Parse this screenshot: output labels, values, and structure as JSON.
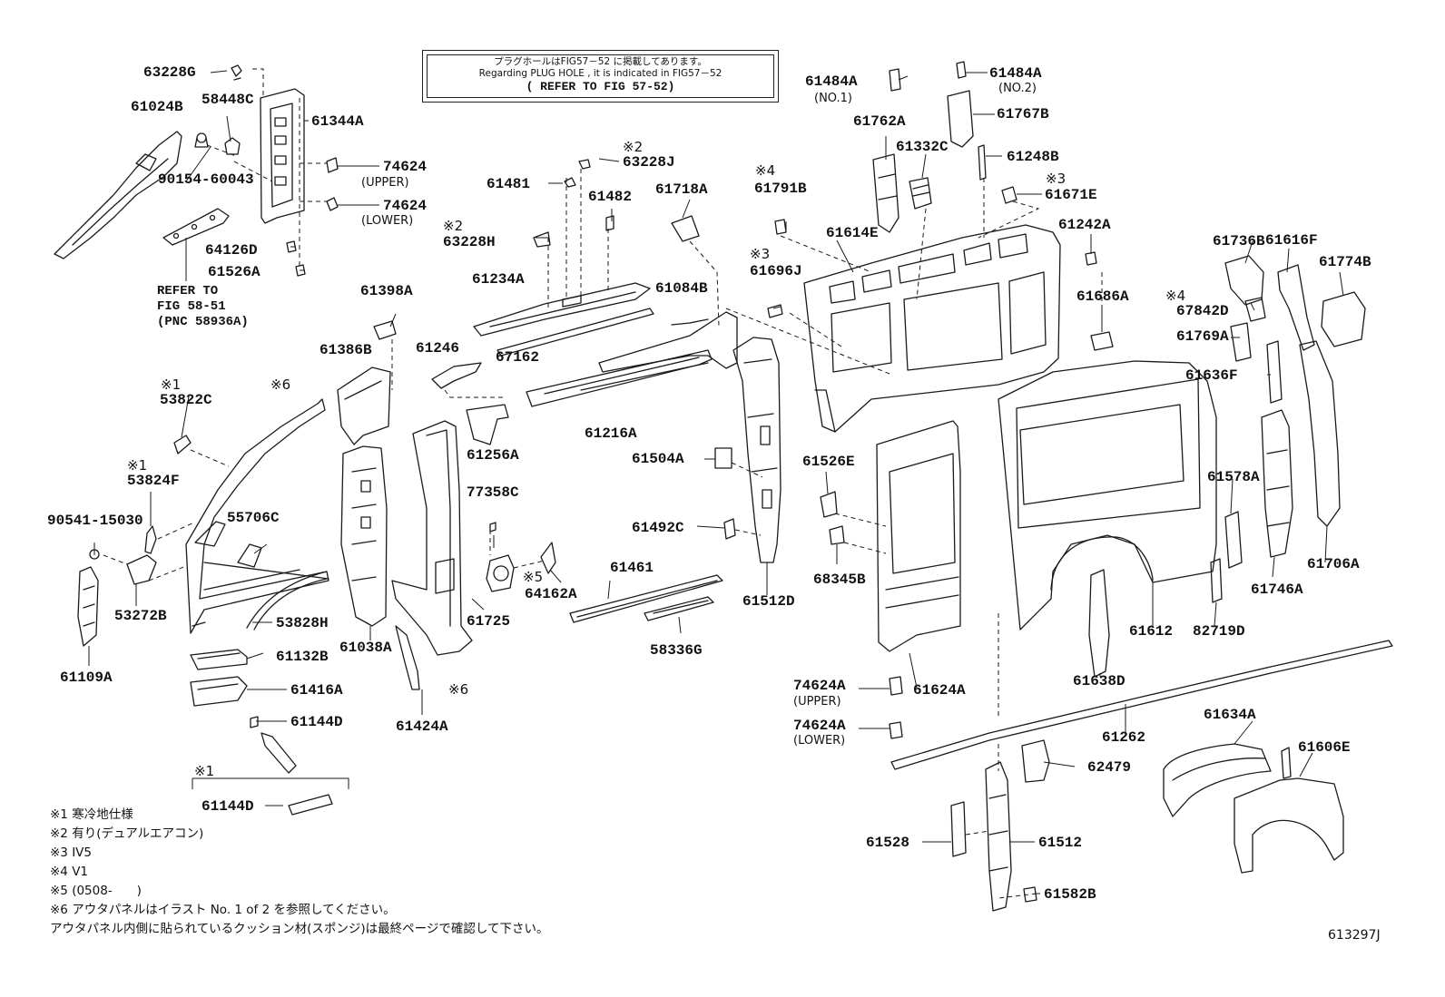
{
  "notice": {
    "line_jp": "プラグホールはFIG57－52 に掲載してあります。",
    "line_en": "Regarding PLUG HOLE , it is indicated in FIG57－52",
    "line_ref": "( REFER TO FIG 57-52)"
  },
  "refer_note": {
    "line1": "REFER TO",
    "line2": "FIG 58-51",
    "line3": "(PNC 58936A)"
  },
  "labels": {
    "p63228G": "63228G",
    "p58448C": "58448C",
    "p61024B": "61024B",
    "p61344A": "61344A",
    "p90154": "90154-60043",
    "p74624": "74624",
    "p74624_lower": "74624",
    "p64126D": "64126D",
    "p61526A": "61526A",
    "p63228J": "63228J",
    "p61481": "61481",
    "p61482": "61482",
    "p61718A": "61718A",
    "p63228H": "63228H",
    "p61234A": "61234A",
    "p61084B": "61084B",
    "p61398A": "61398A",
    "p61386B": "61386B",
    "p61246": "61246",
    "p67162": "67162",
    "p61216A": "61216A",
    "p61256A": "61256A",
    "p53822C": "53822C",
    "p53824F": "53824F",
    "p90541": "90541-15030",
    "p55706C": "55706C",
    "p53272B": "53272B",
    "p53828H": "53828H",
    "p61109A": "61109A",
    "p61038A": "61038A",
    "p77358C": "77358C",
    "p61504A": "61504A",
    "p61492C": "61492C",
    "p64162A": "64162A",
    "p61461": "61461",
    "p61725": "61725",
    "p61512D": "61512D",
    "p58336G": "58336G",
    "p61132B": "61132B",
    "p61416A": "61416A",
    "p61144D": "61144D",
    "p61424A": "61424A",
    "p61144D_b": "61144D",
    "p61484A_1": "61484A",
    "p61484A_2": "61484A",
    "p61762A": "61762A",
    "p61767B": "61767B",
    "p61332C": "61332C",
    "p61248B": "61248B",
    "p61791B": "61791B",
    "p61671E": "61671E",
    "p61614E": "61614E",
    "p61242A": "61242A",
    "p61696J": "61696J",
    "p61686A": "61686A",
    "p61736B": "61736B",
    "p61616F": "61616F",
    "p61774B": "61774B",
    "p67842D": "67842D",
    "p61769A": "61769A",
    "p61636F": "61636F",
    "p61526E": "61526E",
    "p68345B": "68345B",
    "p61578A": "61578A",
    "p61706A": "61706A",
    "p61746A": "61746A",
    "p61612": "61612",
    "p82719D": "82719D",
    "p61638D": "61638D",
    "p74624A_u": "74624A",
    "p61624A": "61624A",
    "p74624A_l": "74624A",
    "p61262": "61262",
    "p61634A": "61634A",
    "p61606E": "61606E",
    "p62479": "62479",
    "p61528": "61528",
    "p61512": "61512",
    "p61582B": "61582B"
  },
  "sublabels": {
    "upper": "(UPPER)",
    "lower": "(LOWER)",
    "no1": "(NO.1)",
    "no2": "(NO.2)",
    "upper2": "(UPPER)",
    "lower2": "(LOWER)"
  },
  "marks": {
    "m1": "※1",
    "m2": "※2",
    "m3": "※3",
    "m4": "※4",
    "m5": "※5",
    "m6": "※6"
  },
  "footnotes": {
    "f1": "※1 寒冷地仕様",
    "f2": "※2 有り(デュアルエアコン)",
    "f3": "※3 IV5",
    "f4": "※4 V1",
    "f5": "※5 (0508-　　)",
    "f6": "※6 アウタパネルはイラスト No. 1 of 2 を参照してください。",
    "f7": "アウタパネル内側に貼られているクッション材(スポンジ)は最終ページで確認して下さい。"
  },
  "figure_id": "613297J"
}
